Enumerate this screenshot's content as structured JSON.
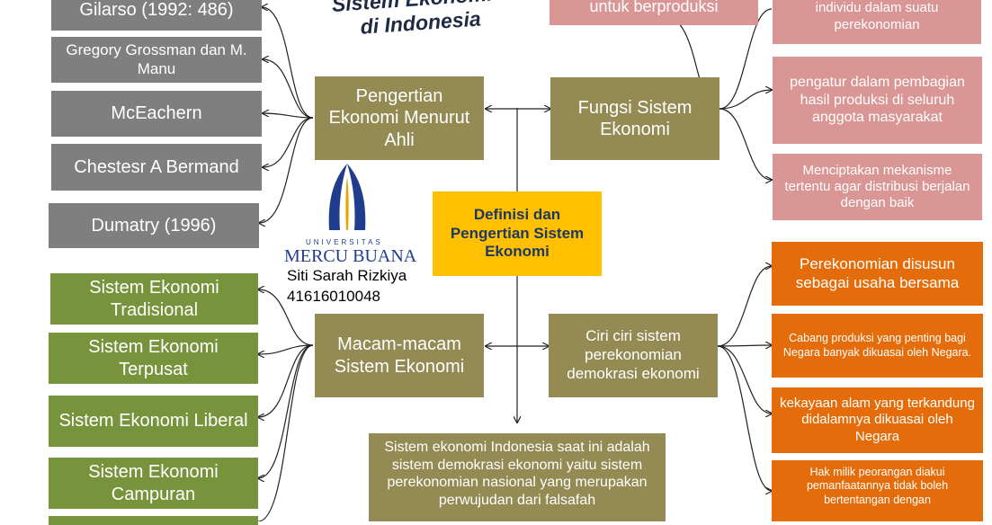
{
  "title_lines": [
    "Sistem Ekonomi",
    "di Indonesia"
  ],
  "center": "Definisi dan Pengertian Sistem Ekonomi",
  "pengertian": "Pengertian Ekonomi Menurut Ahli",
  "fungsi": "Fungsi Sistem Ekonomi",
  "macam": "Macam-macam Sistem Ekonomi",
  "ciri": "Ciri ciri sistem perekonomian demokrasi ekonomi",
  "ahli": [
    "Gilarso (1992: 486)",
    "Gregory Grossman dan M. Manu",
    "McEachern",
    "Chestesr A Bermand",
    "Dumatry (1996)"
  ],
  "macam_items": [
    "Sistem Ekonomi Tradisional",
    "Sistem Ekonomi Terpusat",
    "Sistem Ekonomi Liberal",
    "Sistem Ekonomi Campuran"
  ],
  "fungsi_items": [
    "untuk berproduksi",
    "individu dalam suatu perekonomian",
    "pengatur dalam pembagian hasil produksi di seluruh anggota masyarakat",
    "Menciptakan mekanisme tertentu agar distribusi berjalan dengan baik"
  ],
  "ciri_items": [
    "Perekonomian disusun sebagai usaha bersama",
    "Cabang produksi yang penting bagi Negara banyak dikuasai oleh Negara.",
    "kekayaan alam yang terkandung didalamnya dikuasai oleh Negara",
    "Hak milik peorangan diakui pemanfaatannya tidak boleh bertentangan dengan"
  ],
  "bottom_text": "Sistem ekonomi Indonesia saat ini adalah sistem demokrasi ekonomi yaitu sistem perekonomian nasional yang merupakan perwujudan dari falsafah",
  "logo": {
    "small": "UNIVERSITAS",
    "name": "MERCU BUANA"
  },
  "author": {
    "name": "Siti Sarah Rizkiya",
    "id": "41616010048"
  },
  "colors": {
    "gray": "#7f7f7f",
    "olive": "#948a54",
    "green": "#77933c",
    "pink": "#d99694",
    "orange": "#e46c0a",
    "yellow": "#ffc000",
    "logo_blue": "#1f3d8c"
  }
}
